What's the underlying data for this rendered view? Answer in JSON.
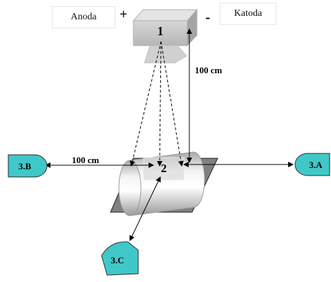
{
  "anode_label": "Anoda",
  "cathode_label": "Katoda",
  "plus_sign": "+",
  "minus_sign": "-",
  "tube_number": "1",
  "object_number": "2",
  "vertical_distance": "100 cm",
  "horizontal_distance": "100 cm",
  "point_a": "3.A",
  "point_b": "3.B",
  "point_c": "3.C",
  "colors": {
    "tube": "#c8c8c8",
    "table": "#7f7f7f",
    "marker": "#40c8c8"
  }
}
